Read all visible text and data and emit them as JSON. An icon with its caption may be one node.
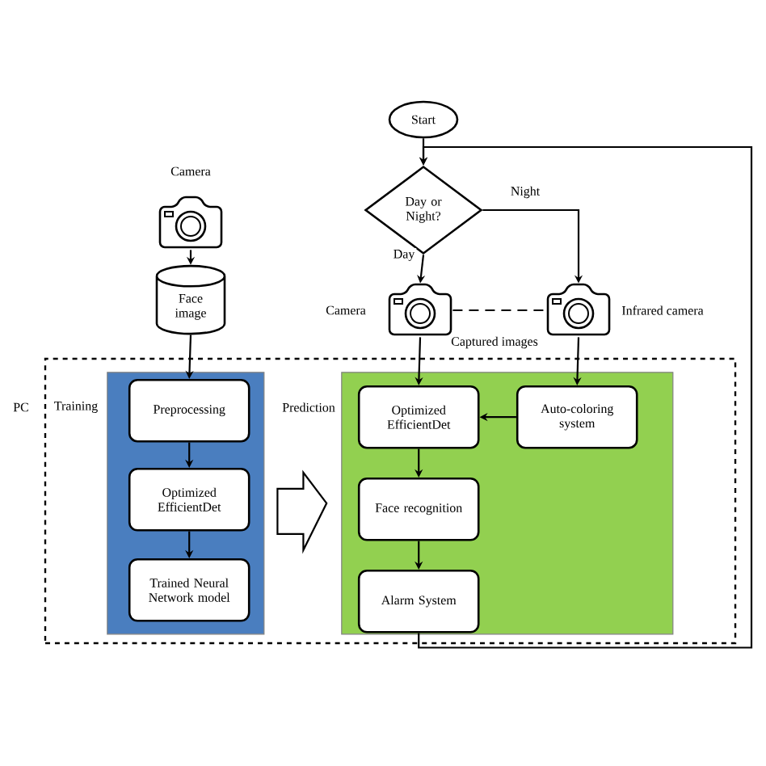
{
  "diagram": {
    "nodes": [
      {
        "text": [
          "PC"
        ]
      },
      {
        "text": [
          "Training"
        ],
        "in": 0
      },
      {
        "text": [
          "Preprocessing"
        ],
        "in": 1
      },
      {
        "text": [
          "Optimized EfficientDet"
        ],
        "in": 1
      },
      {
        "text": [
          "Trained Neural Network model"
        ],
        "in": 1
      },
      {
        "text": [
          "Prediction"
        ],
        "in": 0
      },
      {
        "text": [
          "Optimized EfficientDet"
        ],
        "in": 5
      },
      {
        "text": [
          "Auto-coloring system"
        ],
        "in": 5
      },
      {
        "text": [
          "Face recognition"
        ],
        "in": 5
      },
      {
        "text": [
          "Alarm System"
        ],
        "in": 5
      },
      {
        "text": [
          "Camera"
        ]
      },
      {
        "text": [
          "Face image"
        ]
      },
      {
        "text": [
          "Start"
        ]
      },
      {
        "text": [
          "Day or Night?"
        ]
      },
      {
        "text": [
          "Camera"
        ]
      },
      {
        "text": [
          "Infrared camera"
        ]
      }
    ],
    "edges": [
      {
        "from": 10,
        "to": 11,
        "arrow": "to"
      },
      {
        "from": 11,
        "to": 2,
        "arrow": "to"
      },
      {
        "from": 2,
        "to": 3,
        "arrow": "to"
      },
      {
        "from": 3,
        "to": 4,
        "arrow": "to"
      },
      {
        "from": 1,
        "to": 5,
        "arrow": "to",
        "style": "thick"
      },
      {
        "from": 12,
        "to": 13,
        "arrow": "to"
      },
      {
        "from": 13,
        "to": 14,
        "arrow": "to",
        "label": "Day"
      },
      {
        "from": 13,
        "to": 15,
        "arrow": "to",
        "label": "Night"
      },
      {
        "from": 14,
        "to": 15,
        "arrow": "none",
        "style": "dashed"
      },
      {
        "from": 14,
        "to": 6,
        "arrow": "to"
      },
      {
        "from": 15,
        "to": 7,
        "arrow": "to"
      },
      {
        "from": 7,
        "to": 6,
        "arrow": "to"
      },
      {
        "from": 6,
        "to": 8,
        "arrow": "to"
      },
      {
        "from": 8,
        "to": 9,
        "arrow": "to"
      },
      {
        "from": 9,
        "to": 13,
        "arrow": "to"
      }
    ],
    "labels": [
      "Captured images"
    ]
  }
}
